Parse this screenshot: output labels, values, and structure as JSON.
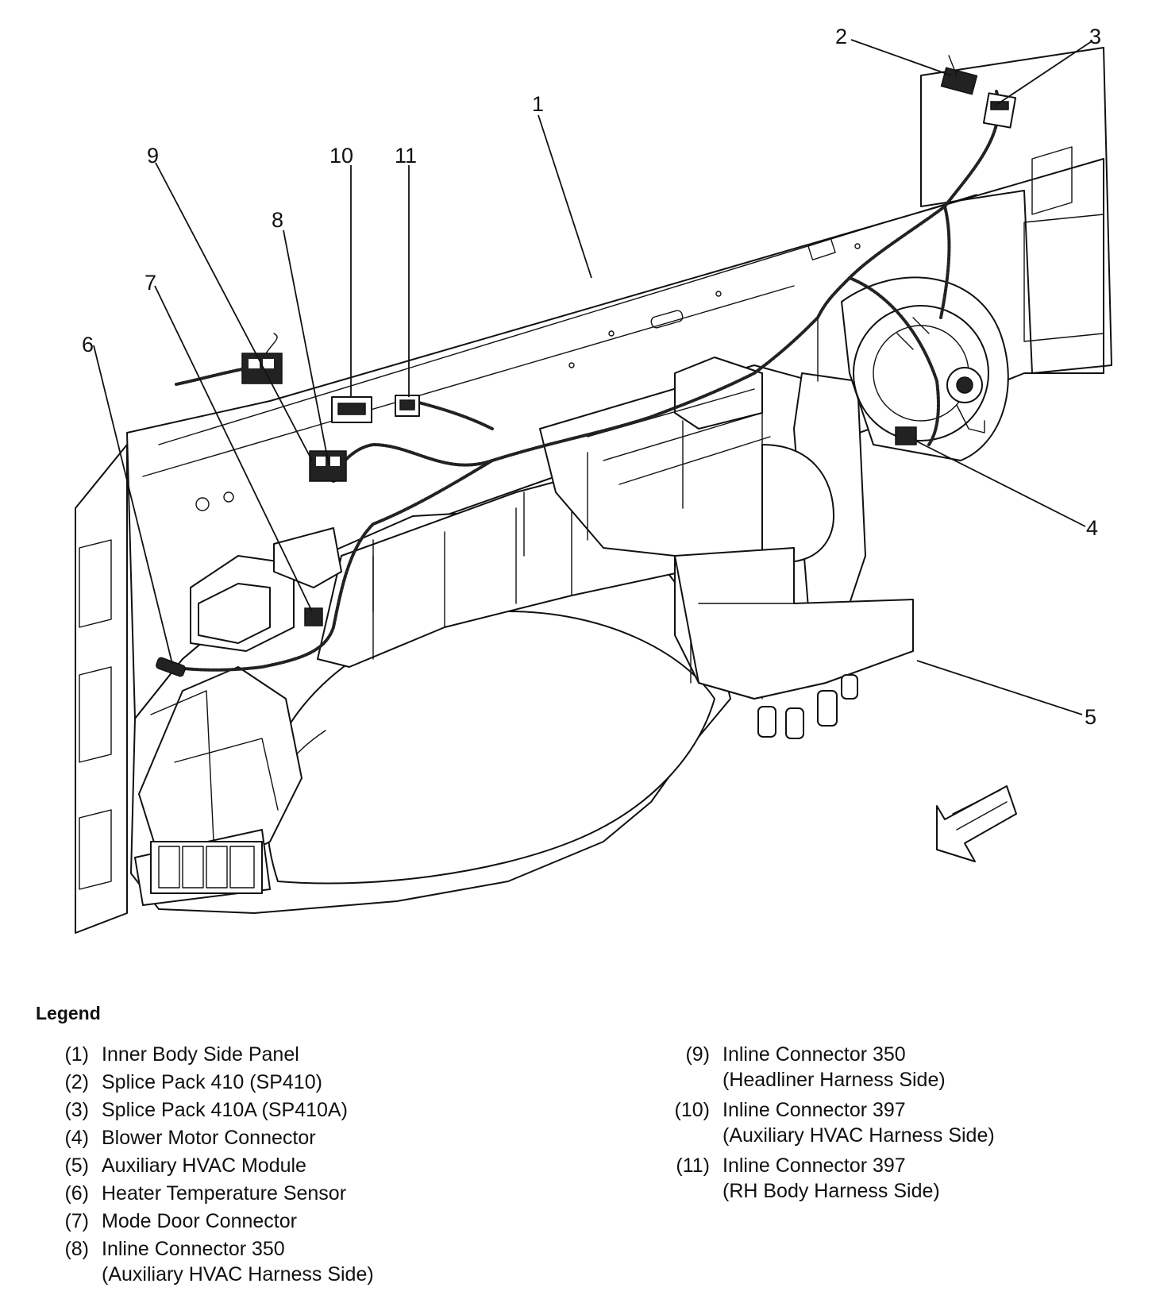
{
  "callouts": [
    "1",
    "2",
    "3",
    "4",
    "5",
    "6",
    "7",
    "8",
    "9",
    "10",
    "11"
  ],
  "legend": {
    "title": "Legend",
    "items": [
      {
        "num": "(1)",
        "text": "Inner Body Side Panel"
      },
      {
        "num": "(2)",
        "text": "Splice Pack 410 (SP410)"
      },
      {
        "num": "(3)",
        "text": "Splice Pack 410A (SP410A)"
      },
      {
        "num": "(4)",
        "text": "Blower Motor Connector"
      },
      {
        "num": "(5)",
        "text": "Auxiliary HVAC Module"
      },
      {
        "num": "(6)",
        "text": "Heater Temperature Sensor"
      },
      {
        "num": "(7)",
        "text": "Mode Door Connector"
      },
      {
        "num": "(8)",
        "text": "Inline Connector 350\n(Auxiliary HVAC Harness Side)"
      },
      {
        "num": "(9)",
        "text": "Inline Connector 350\n(Headliner Harness Side)"
      },
      {
        "num": "(10)",
        "text": "Inline Connector 397\n(Auxiliary HVAC Harness Side)"
      },
      {
        "num": "(11)",
        "text": "Inline Connector 397\n(RH Body Harness Side)"
      }
    ]
  },
  "icons": {
    "direction_arrow": "front-direction-arrow-icon"
  }
}
